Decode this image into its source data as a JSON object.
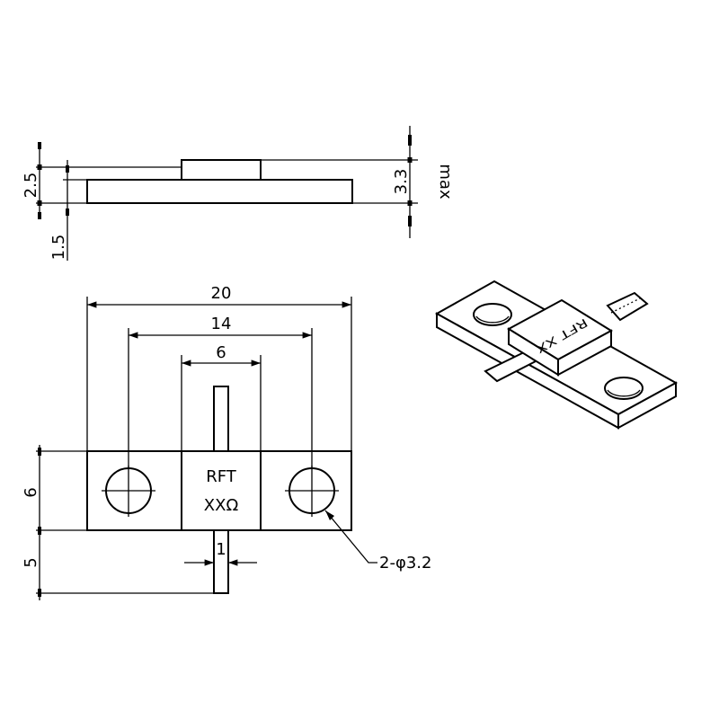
{
  "drawing": {
    "side_view": {
      "dim_overall_height": "2.5",
      "dim_flange_thickness": "1.5",
      "dim_max_height": "3.3",
      "dim_max_suffix": "max"
    },
    "top_view": {
      "dim_width": "20",
      "dim_hole_spacing": "14",
      "dim_body_width": "6",
      "dim_flange_depth": "6",
      "dim_lead_length": "5",
      "dim_lead_width": "1",
      "hole_callout": "2-φ3.2",
      "label_line1": "RFT",
      "label_line2": "XXΩ"
    },
    "iso_view": {
      "marking": "RFT XX"
    }
  }
}
